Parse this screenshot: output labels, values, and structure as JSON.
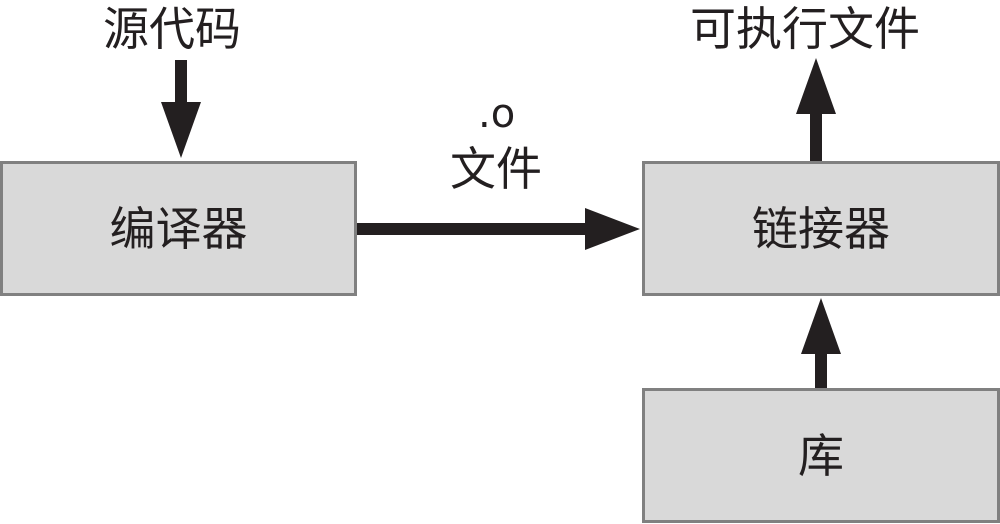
{
  "diagram": {
    "input_label": "源代码",
    "output_label": "可执行文件",
    "edge_label_ext": ".o",
    "edge_label_file": "文件",
    "nodes": {
      "compiler": "编译器",
      "linker": "链接器",
      "library": "库"
    }
  },
  "colors": {
    "box_fill": "#d9d9d9",
    "box_border": "#808080",
    "arrow": "#231f20",
    "text": "#231f20"
  }
}
